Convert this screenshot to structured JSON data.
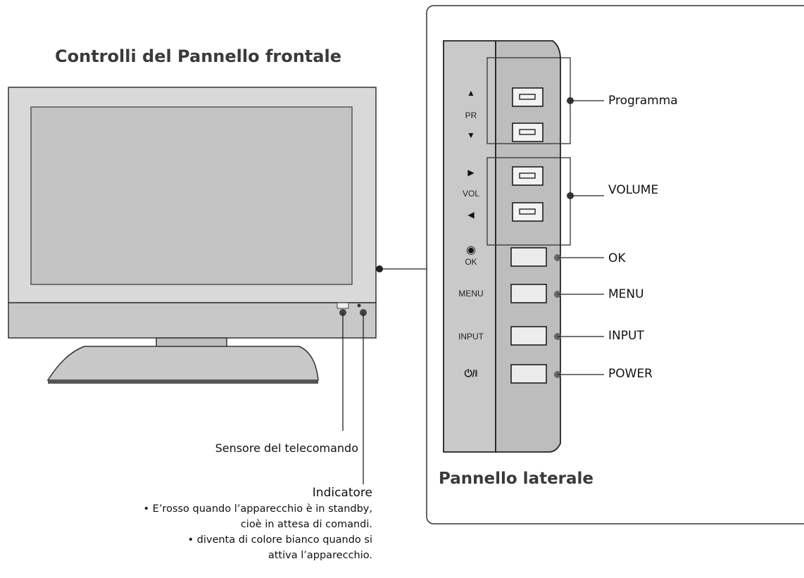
{
  "front": {
    "title": "Controlli del Pannello frontale",
    "sensor_label": "Sensore del telecomando",
    "indicator_label": "Indicatore",
    "indicator_notes": [
      "• E’rosso quando l’apparecchio è in standby,",
      "cioè in attesa di comandi.",
      "• diventa di colore bianco quando si",
      "attiva l’apparecchio."
    ]
  },
  "side": {
    "title": "Pannello laterale",
    "panel_labels": {
      "up_arrow": "▲",
      "pr": "PR",
      "down_arrow": "▼",
      "right_arrow": "▶",
      "vol": "VOL",
      "left_arrow": "◀",
      "ok_dot": "◉",
      "ok": "OK",
      "menu": "MENU",
      "input": "INPUT",
      "power": "⏻/I"
    },
    "callouts": {
      "programma": "Programma",
      "volume": "VOLUME",
      "ok": "OK",
      "menu": "MENU",
      "input": "INPUT",
      "power": "POWER"
    }
  }
}
